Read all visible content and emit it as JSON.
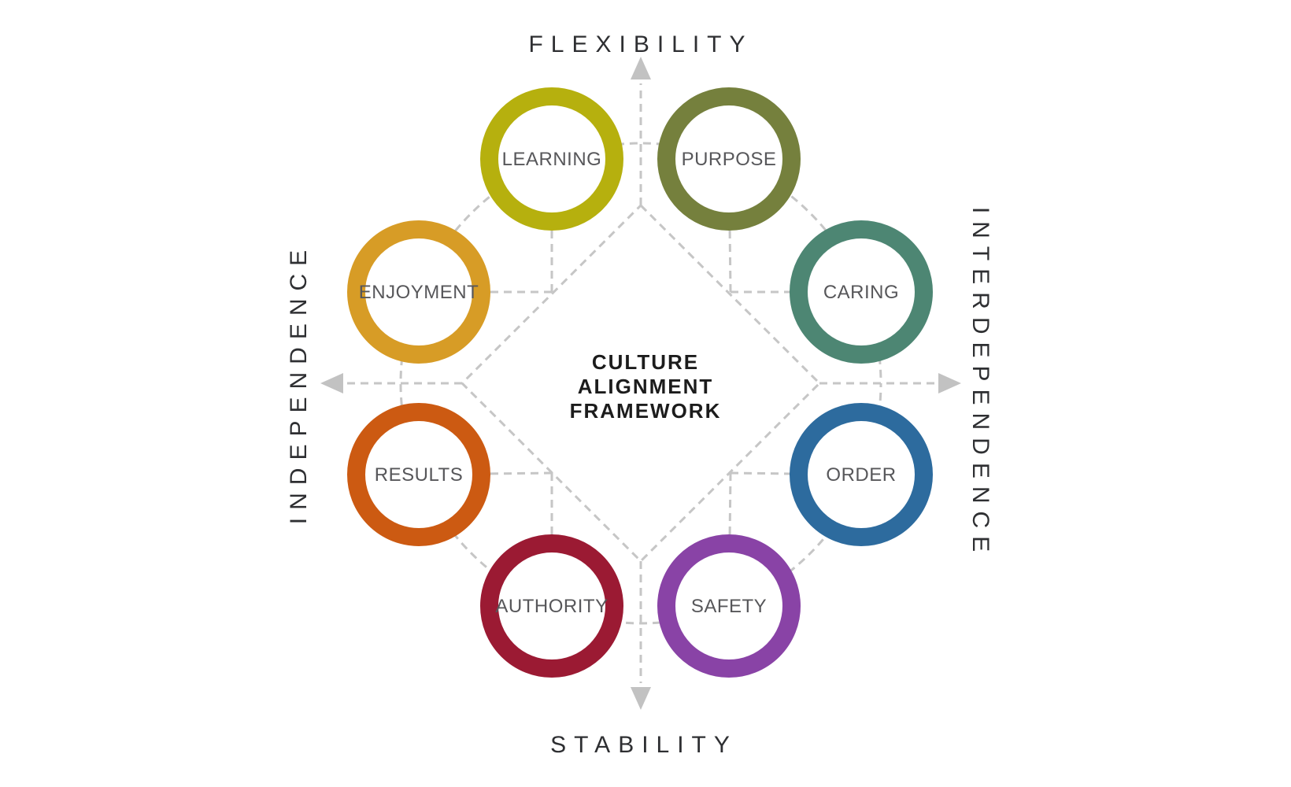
{
  "title": {
    "line1": "CULTURE",
    "line2": "ALIGNMENT",
    "line3": "FRAMEWORK"
  },
  "axes": {
    "top": {
      "label": "FLEXIBILITY"
    },
    "bottom": {
      "label": "STABILITY"
    },
    "left": {
      "label": "INDEPENDENCE"
    },
    "right": {
      "label": "INTERDEPENDENCE"
    }
  },
  "nodes": [
    {
      "label": "LEARNING",
      "color": "#b6b00e"
    },
    {
      "label": "PURPOSE",
      "color": "#75803d"
    },
    {
      "label": "ENJOYMENT",
      "color": "#d79c26"
    },
    {
      "label": "CARING",
      "color": "#4d8673"
    },
    {
      "label": "RESULTS",
      "color": "#cc5a12"
    },
    {
      "label": "ORDER",
      "color": "#2d6b9e"
    },
    {
      "label": "AUTHORITY",
      "color": "#9b1a33"
    },
    {
      "label": "SAFETY",
      "color": "#8943a6"
    }
  ],
  "colors": {
    "guide_dash": "#c6c6c6",
    "arrow": "#c2c2c2",
    "node_label": "#57575a",
    "axis_label": "#2e2f32",
    "title_text": "#1c1c1c",
    "background": "#ffffff"
  }
}
